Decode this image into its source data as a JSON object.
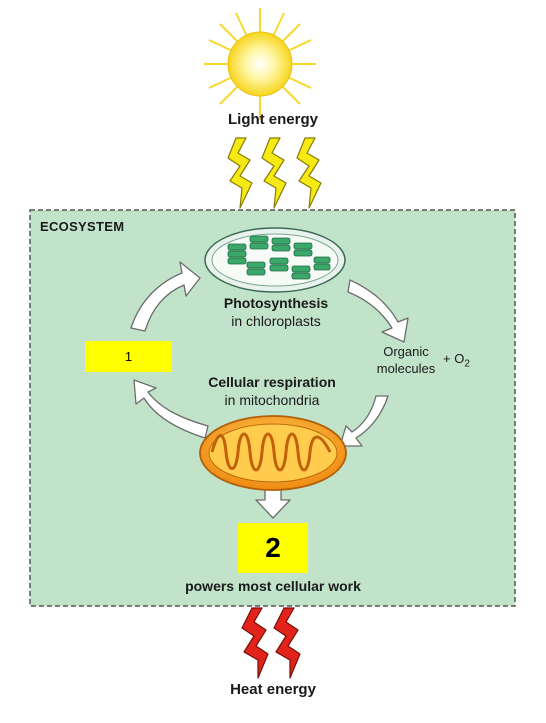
{
  "labels": {
    "light_energy": "Light energy",
    "ecosystem": "ECOSYSTEM",
    "photosynthesis_title": "Photosynthesis",
    "photosynthesis_sub": "in chloroplasts",
    "respiration_title": "Cellular respiration",
    "respiration_sub": "in mitochondria",
    "organic_line1": "Organic",
    "organic_line2": "molecules",
    "plus": "+ O",
    "o2_sub": "2",
    "powers": "powers most cellular work",
    "heat_energy": "Heat energy"
  },
  "boxes": {
    "box1": "1",
    "box2": "2"
  },
  "colors": {
    "ecosystem_bg": "#c1e3c9",
    "chloroplast": "#3aa86b",
    "mitochondrion": "#f29a1f",
    "light_bolt": "#f5ea16",
    "heat_bolt": "#e2231a",
    "answer_box": "#ffff00"
  }
}
